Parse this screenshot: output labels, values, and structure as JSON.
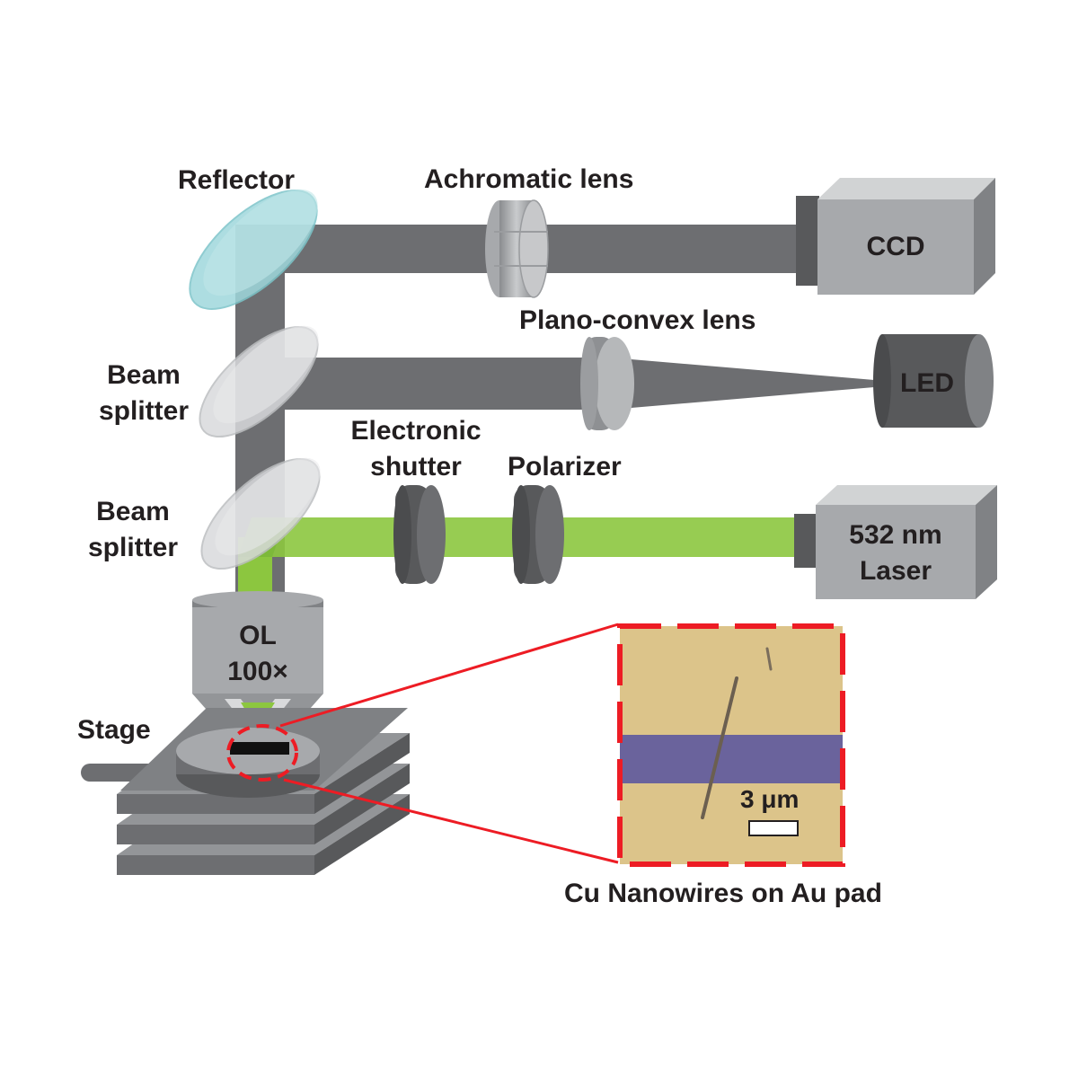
{
  "labels": {
    "reflector": "Reflector",
    "achromatic_lens": "Achromatic lens",
    "ccd": "CCD",
    "plano_convex_lens": "Plano-convex lens",
    "led": "LED",
    "beam_splitter_1": {
      "line1": "Beam",
      "line2": "splitter"
    },
    "beam_splitter_2": {
      "line1": "Beam",
      "line2": "splitter"
    },
    "electronic_shutter": {
      "line1": "Electronic",
      "line2": "shutter"
    },
    "polarizer": "Polarizer",
    "laser": {
      "line1": "532 nm",
      "line2": "Laser"
    },
    "objective": {
      "line1": "OL",
      "line2": "100×"
    },
    "stage": "Stage",
    "inset_caption": "Cu Nanowires on Au pad",
    "scale_bar": "3 μm"
  },
  "colors": {
    "beam_gray": "#6d6e71",
    "laser_green": "#8cc63f",
    "device_gray": "#a7a9ac",
    "callout_red": "#ed1c24",
    "au_pad": "#dcc48a",
    "gap_purple": "#6a639c",
    "reflector_cyan": "#9fd8dc"
  }
}
